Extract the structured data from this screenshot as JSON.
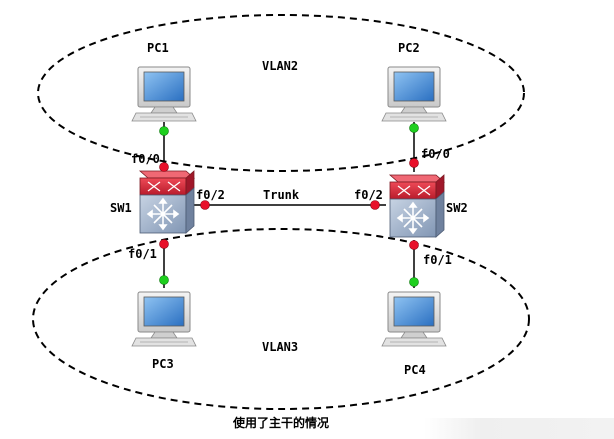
{
  "vlans": [
    {
      "id": "vlan2",
      "label": "VLAN2"
    },
    {
      "id": "vlan3",
      "label": "VLAN3"
    }
  ],
  "pcs": [
    {
      "id": "pc1",
      "label": "PC1"
    },
    {
      "id": "pc2",
      "label": "PC2"
    },
    {
      "id": "pc3",
      "label": "PC3"
    },
    {
      "id": "pc4",
      "label": "PC4"
    }
  ],
  "switches": [
    {
      "id": "sw1",
      "label": "SW1"
    },
    {
      "id": "sw2",
      "label": "SW2"
    }
  ],
  "ports": {
    "sw1_up": "f0/0",
    "sw1_trunk": "f0/2",
    "sw1_down": "f0/1",
    "sw2_up": "f0/0",
    "sw2_trunk": "f0/2",
    "sw2_down": "f0/1"
  },
  "trunk_label": "Trunk",
  "caption": "使用了主干的情况",
  "colors": {
    "link": "#000000",
    "port_red": "#e8102a",
    "port_green": "#1ecf1e",
    "switch_top": "#d9283a",
    "switch_body": "#9fb0c8",
    "pc_screen": "#3f86d4"
  }
}
